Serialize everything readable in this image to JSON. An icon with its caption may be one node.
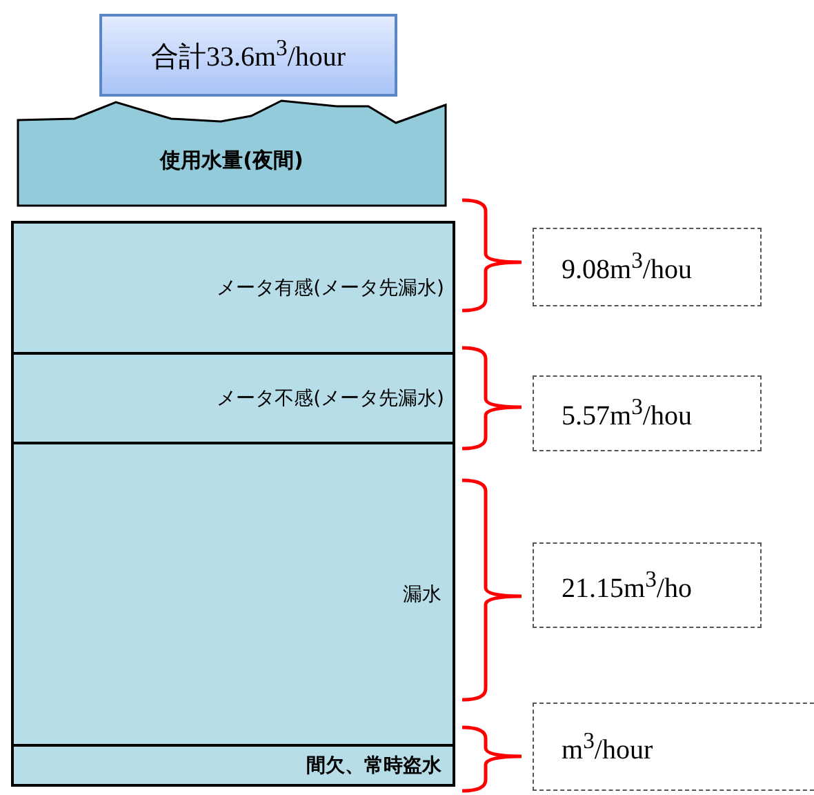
{
  "diagram": {
    "nodes": [
      {
        "text": [
          "合計33.6m$^{3}$/hour"
        ]
      },
      {
        "text": [
          "使用水量(夜間)"
        ]
      },
      {
        "text": [
          "メータ有感(メータ先漏水)"
        ]
      },
      {
        "text": [
          "メータ不感(メータ先漏水)"
        ]
      },
      {
        "text": [
          "漏水"
        ]
      },
      {
        "text": [
          "間欠、常時盗水"
        ]
      },
      {
        "text": [
          "9.08m$^{3}$/hou"
        ]
      },
      {
        "text": [
          "5.57m$^{3}$/hou"
        ]
      },
      {
        "text": [
          "21.15m$^{3}$/ho"
        ]
      },
      {
        "text": [
          "m$^{3}$/hour"
        ]
      }
    ]
  }
}
